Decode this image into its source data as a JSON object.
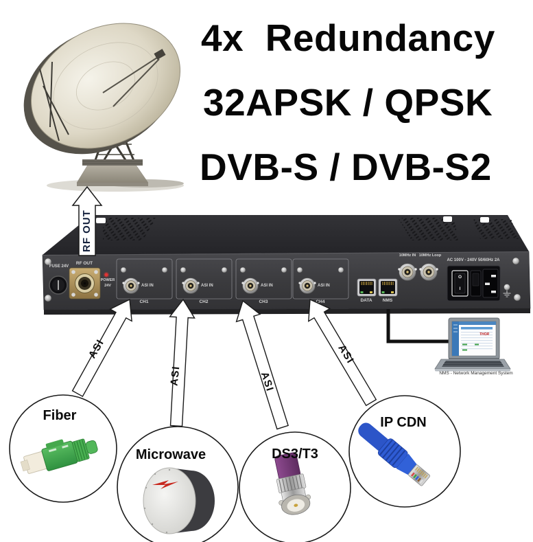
{
  "headline": {
    "line1": "4x  Redundancy",
    "line2": "32APSK / QPSK",
    "line3": "DVB-S / DVB-S2"
  },
  "rf_out_arrow": {
    "label": "RF OUT"
  },
  "device": {
    "fuse_label": "FUSE 24V",
    "rf_out_label": "RF OUT",
    "power_led_label": "POWER",
    "power_led_voltage": "24V",
    "channels": [
      {
        "input_label": "ASI IN",
        "channel_label": "CH1"
      },
      {
        "input_label": "ASI IN",
        "channel_label": "CH2"
      },
      {
        "input_label": "ASI IN",
        "channel_label": "CH3"
      },
      {
        "input_label": "ASI IN",
        "channel_label": "CH4"
      }
    ],
    "data_port_label": "DATA",
    "nms_port_label": "NMS",
    "ref_in_label": "10MHz IN",
    "ref_loop_label": "10MHz Loop",
    "ac_rating_label": "AC 100V - 240V 50/60Hz 2A",
    "power_switch_off": "O",
    "power_switch_on": "I"
  },
  "asi_arrows": [
    {
      "label": "ASI"
    },
    {
      "label": "ASI"
    },
    {
      "label": "ASI"
    },
    {
      "label": "ASI"
    }
  ],
  "nms": {
    "brand": "THOR",
    "caption": "NMS - Network Management System"
  },
  "sources": [
    {
      "label": "Fiber"
    },
    {
      "label": "Microwave"
    },
    {
      "label": "DS3/T3"
    },
    {
      "label": "IP CDN"
    }
  ],
  "colors": {
    "fiber_green": "#3fae49",
    "cable_blue": "#2c55c8",
    "boot_purple": "#7c3e7e",
    "led_red": "#e03434",
    "thor_red": "#c02020",
    "panel_gray": "#3d3d40"
  }
}
